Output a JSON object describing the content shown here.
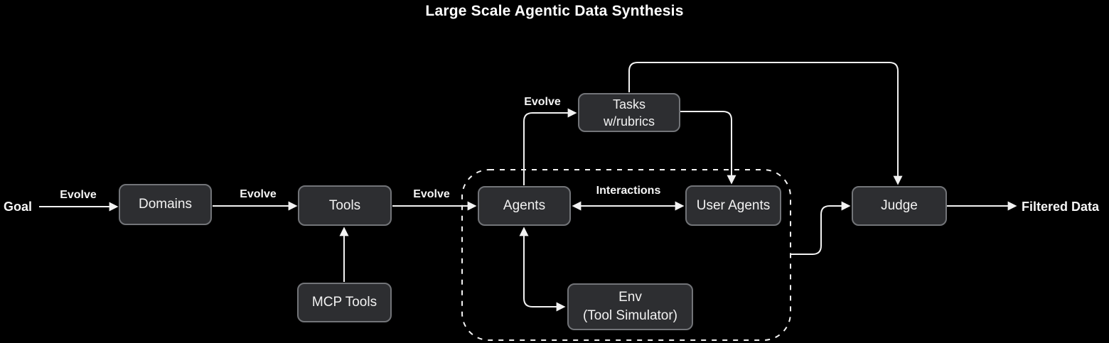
{
  "title": "Large Scale Agentic Data Synthesis",
  "nodes": {
    "goal": "Goal",
    "domains": "Domains",
    "tools": "Tools",
    "mcp_tools": "MCP Tools",
    "agents": "Agents",
    "tasks": "Tasks\nw/rubrics",
    "user_agents": "User Agents",
    "env": "Env\n(Tool Simulator)",
    "judge": "Judge",
    "filtered_data": "Filtered Data"
  },
  "edge_labels": {
    "goal_to_domains": "Evolve",
    "domains_to_tools": "Evolve",
    "tools_to_agents": "Evolve",
    "agents_to_tasks": "Evolve",
    "agents_user_agents": "Interactions"
  },
  "colors": {
    "background": "#000000",
    "node_fill": "#2d2e31",
    "node_border": "#727478",
    "line": "#f2f2f2",
    "text": "#f2f2f2"
  }
}
